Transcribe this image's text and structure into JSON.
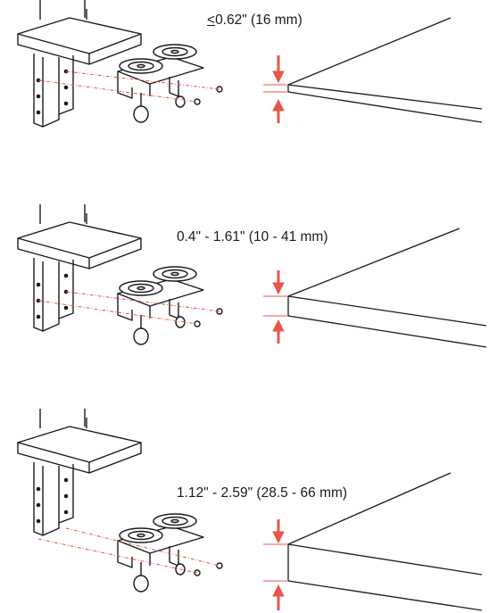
{
  "colors": {
    "line": "#1a1a1a",
    "arrow": "#e8564b",
    "dash": "#e8564b",
    "background": "#ffffff"
  },
  "panels": [
    {
      "symbol": "<",
      "range": "0.62\" (16 mm)",
      "thickness": 0.62
    },
    {
      "symbol": "",
      "range": "0.4\" - 1.61\" (10 - 41 mm)",
      "thickness": 1.61
    },
    {
      "symbol": "",
      "range": "1.12\" - 2.59\" (28.5 - 66 mm)",
      "thickness": 2.59
    }
  ]
}
